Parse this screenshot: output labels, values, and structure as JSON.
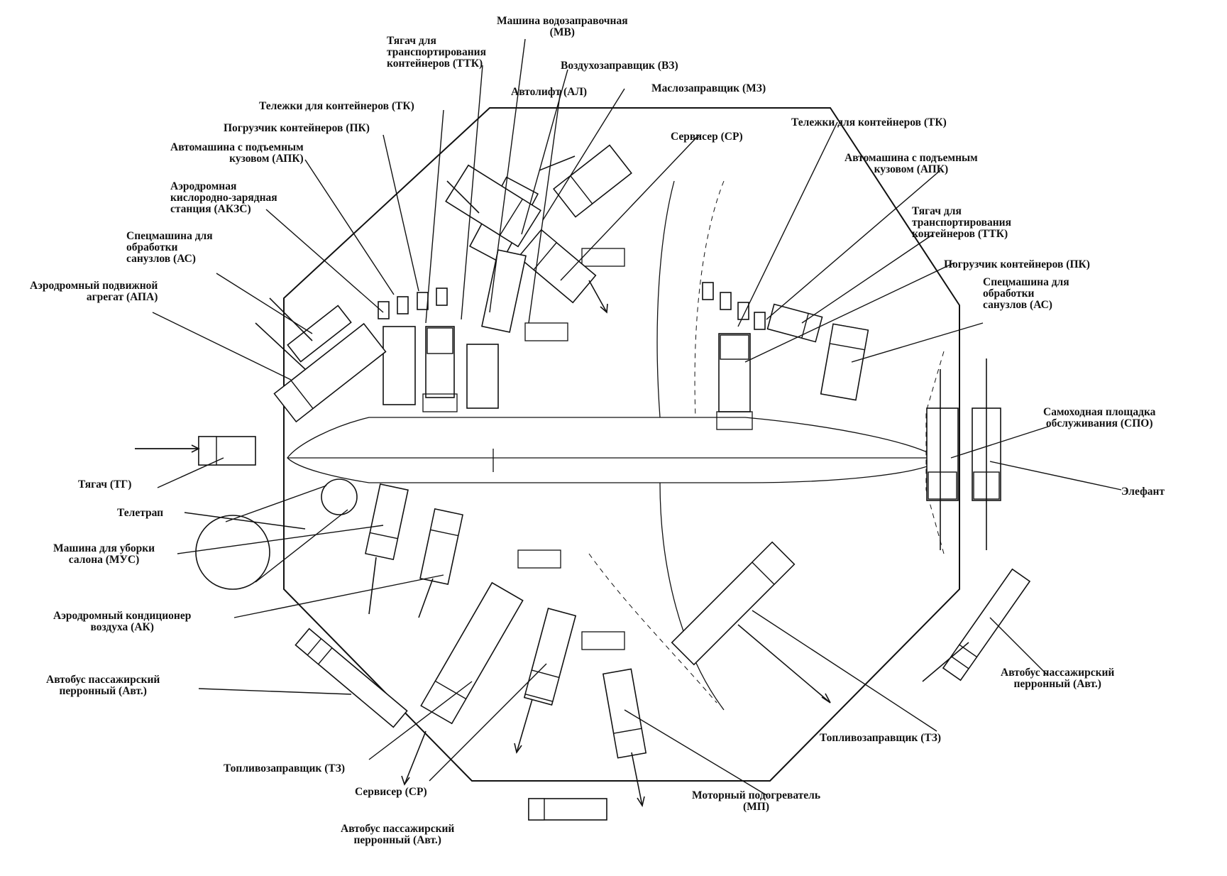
{
  "labels": {
    "mv": "Машина водозаправочная\n(МВ)",
    "ttk_top": "Тягач для\nтранспортирования\nконтейнеров (ТТК)",
    "vz": "Воздухозаправщик (ВЗ)",
    "al": "Автолифт (АЛ)",
    "mz": "Маслозаправщик (МЗ)",
    "tk_left": "Тележки для контейнеров (ТК)",
    "pk_left": "Погрузчик контейнеров (ПК)",
    "apk_left": "Автомашина с подъемным\nкузовом (АПК)",
    "akzs": "Аэродромная\nкислородно-зарядная\nстанция (АКЗС)",
    "as_left": "Спецмашина для\nобработки\nсанузлов (АС)",
    "apa": "Аэродромный подвижной\nагрегат (АПА)",
    "sr_top": "Сервисер (СР)",
    "tk_right": "Тележки для контейнеров (ТК)",
    "apk_right": "Автомашина с подъемным\nкузовом (АПК)",
    "ttk_right": "Тягач для\nтранспортирования\nконтейнеров (ТТК)",
    "pk_right": "Погрузчик контейнеров (ПК)",
    "as_right": "Спецмашина для\nобработки\nсанузлов (АС)",
    "spo": "Самоходная площадка\nобслуживания (СПО)",
    "elefant": "Элефант",
    "tg": "Тягач (ТГ)",
    "teletrap": "Телетрап",
    "mus": "Машина для уборки\nсалона (МУС)",
    "ak": "Аэродромный кондиционер\nвоздуха (АК)",
    "bus_left": "Автобус пассажирский\nперронный (Авт.)",
    "bus_right": "Автобус пассажирский\nперронный (Авт.)",
    "tz_right": "Топливозаправщик (ТЗ)",
    "tz_bottom": "Топливозаправщик (ТЗ)",
    "sr_bottom": "Сервисер (СР)",
    "bus_bottom": "Автобус пассажирский\nперронный (Авт.)",
    "mp": "Моторный подогреватель\n(МП)"
  }
}
